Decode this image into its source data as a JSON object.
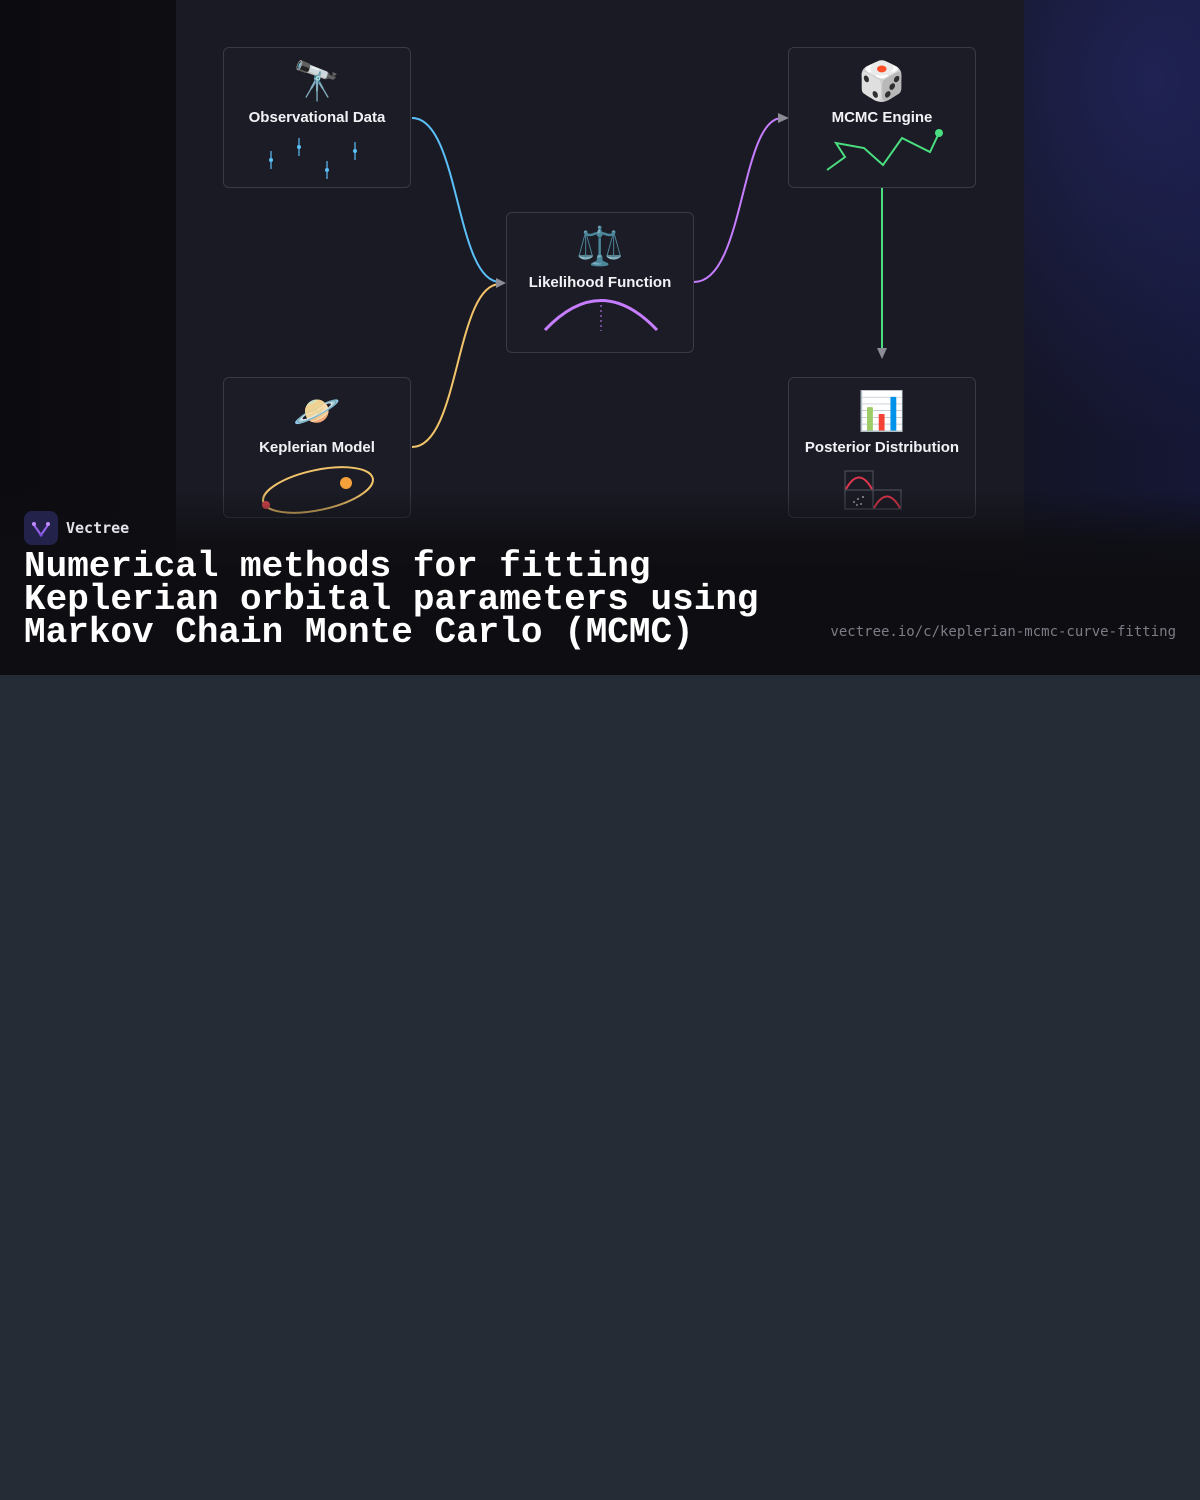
{
  "diagram": {
    "nodes": {
      "observational_data": {
        "label": "Observational Data",
        "icon": "telescope-icon",
        "emoji": "🔭",
        "accent": "#5bc0f8"
      },
      "keplerian_model": {
        "label": "Keplerian Model",
        "icon": "ringed-planet-icon",
        "emoji": "🪐",
        "accent": "#f2c46a"
      },
      "likelihood_function": {
        "label": "Likelihood Function",
        "icon": "balance-scale-icon",
        "emoji": "⚖️",
        "accent": "#c77dff"
      },
      "mcmc_engine": {
        "label": "MCMC Engine",
        "icon": "die-icon",
        "emoji": "🎲",
        "accent": "#4ade80"
      },
      "posterior_distribution": {
        "label": "Posterior Distribution",
        "icon": "bar-chart-icon",
        "emoji": "📊",
        "accent": "#e0364c"
      }
    },
    "edges": [
      {
        "from": "observational_data",
        "to": "likelihood_function",
        "color": "#5bc0f8"
      },
      {
        "from": "keplerian_model",
        "to": "likelihood_function",
        "color": "#f2c46a"
      },
      {
        "from": "likelihood_function",
        "to": "mcmc_engine",
        "color": "#c77dff"
      },
      {
        "from": "mcmc_engine",
        "to": "posterior_distribution",
        "color": "#4ade80"
      }
    ]
  },
  "footer": {
    "brand": "Vectree",
    "title": "Numerical methods for fitting Keplerian orbital parameters using Markov Chain Monte Carlo (MCMC)",
    "url": "vectree.io/c/keplerian-mcmc-curve-fitting"
  }
}
